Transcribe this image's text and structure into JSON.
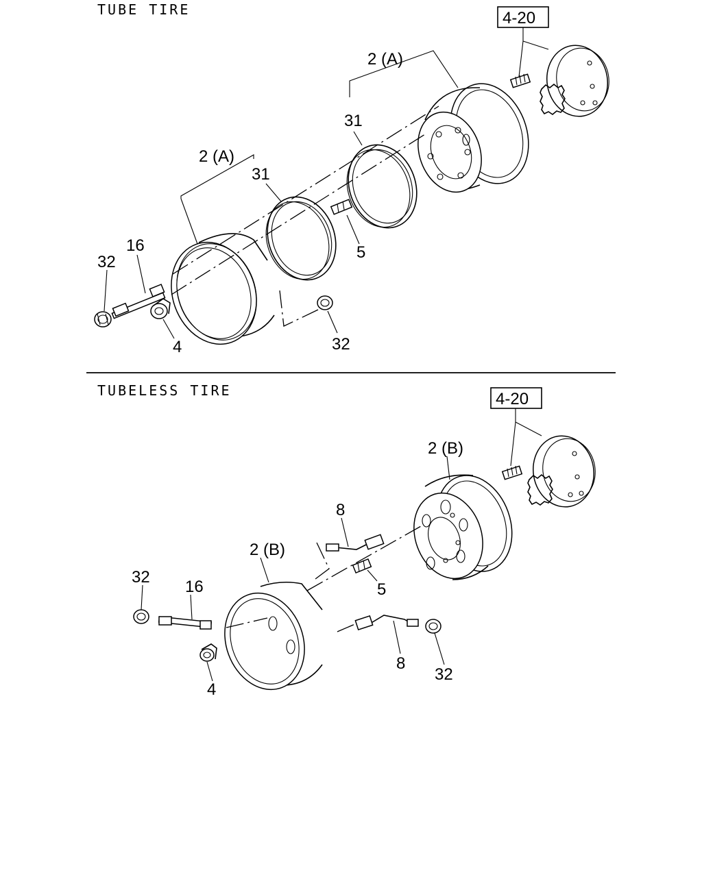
{
  "sections": {
    "tube": {
      "title": "TUBE TIRE",
      "ref_box": "4-20",
      "callouts": {
        "rim_right": "2 (A)",
        "ring_right": "31",
        "rim_left": "2 (A)",
        "ring_left": "31",
        "valve": "5",
        "extension": "16",
        "nut_left": "32",
        "washer": "4",
        "nut_bottom": "32"
      }
    },
    "tubeless": {
      "title": "TUBELESS TIRE",
      "ref_box": "4-20",
      "callouts": {
        "rim_right": "2 (B)",
        "hose_top": "8",
        "rim_left": "2 (B)",
        "valve": "5",
        "nut_left": "32",
        "extension": "16",
        "washer": "4",
        "hose_bottom": "8",
        "nut_right": "32"
      }
    }
  }
}
